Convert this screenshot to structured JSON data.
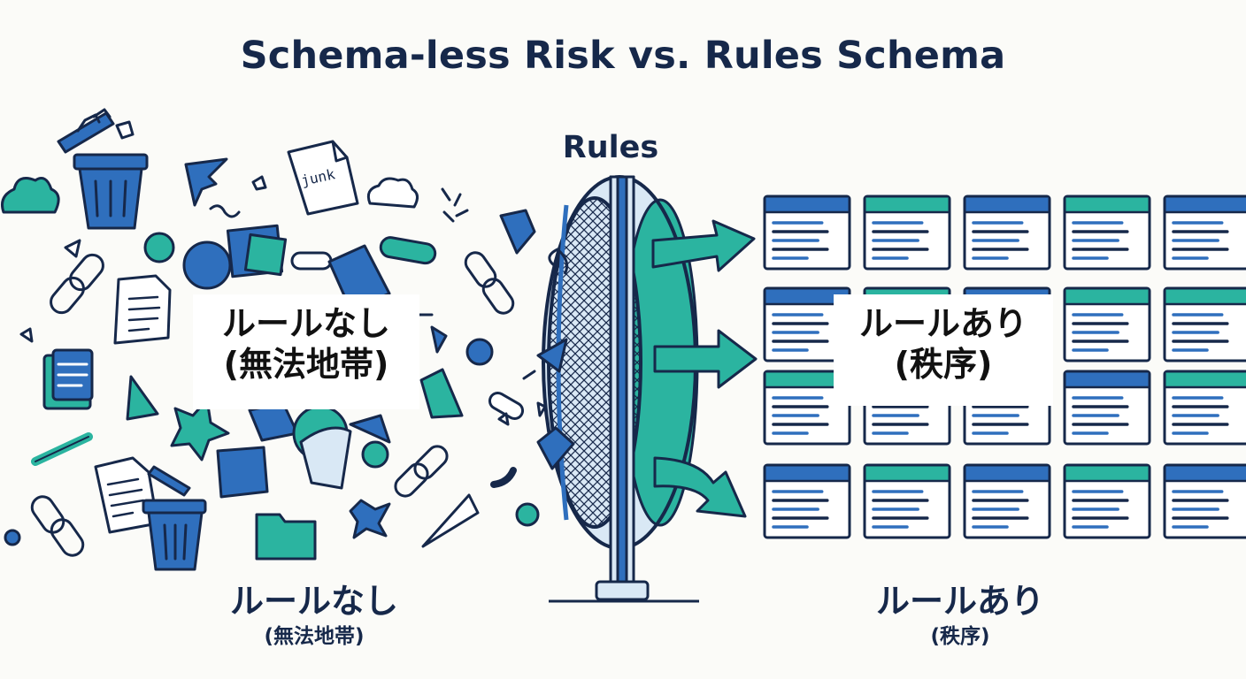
{
  "title": "Schema-less Risk vs. Rules Schema",
  "gate": {
    "label": "Rules"
  },
  "left_side": {
    "overlay_line1": "ルールなし",
    "overlay_line2": "(無法地帯)",
    "caption_main": "ルールなし",
    "caption_sub": "(無法地帯)",
    "doc_tag": "junk"
  },
  "right_side": {
    "overlay_line1": "ルールあり",
    "overlay_line2": "(秩序)",
    "caption_main": "ルールあり",
    "caption_sub": "(秩序)"
  },
  "colors": {
    "navy": "#16284a",
    "blue": "#2f6fbd",
    "teal": "#2bb4a0",
    "light_blue": "#d9e8f5",
    "background": "#fbfbf8"
  },
  "icons": [
    "trash-icon",
    "cloud-icon",
    "document-icon",
    "chain-link-icon",
    "folder-icon",
    "filter-gate-icon",
    "arrow-icon",
    "record-card-icon"
  ]
}
